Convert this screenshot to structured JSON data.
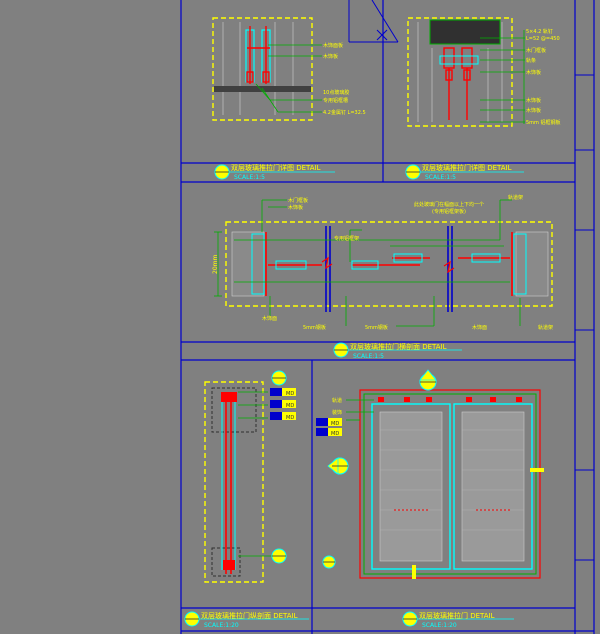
{
  "colors": {
    "background": "#808080",
    "frame": "#0000cc",
    "yellow": "#ffff00",
    "red": "#ff0000",
    "cyan": "#00ffff",
    "green": "#00b000",
    "dark": "#303030",
    "white": "#ffffff"
  },
  "drawing": {
    "detail_a": {
      "title": "双层玻璃推拉门详图 DETAIL",
      "scale": "SCALE:1:5",
      "notes": [
        "木饰面板",
        "木饰板",
        "10点玻璃胶",
        "专用铝框槽",
        "4.2金属钉 L=32.5"
      ]
    },
    "detail_b": {
      "title": "双层玻璃推拉门详图 DETAIL",
      "scale": "SCALE:1:5",
      "notes": [
        "5×4.2 轨钉",
        "L=52 @=450",
        "木门框板",
        "轨条",
        "木饰板",
        "木饰板",
        "木饰板",
        "5mm 铝框钢板"
      ]
    },
    "section_c": {
      "title": "双层玻璃推拉门横剖面 DETAIL",
      "scale": "SCALE:1:5",
      "notes_top": [
        "木门框板",
        "木饰板",
        "专用铝框架",
        "轨道架",
        "此处玻璃门在幅面以上下均一个",
        "(专用铝框架板)"
      ],
      "notes_bottom": [
        "木饰面",
        "5mm钢板",
        "5mm钢板",
        "木饰面",
        "轨道架"
      ],
      "dim_left": "20mm"
    },
    "section_d": {
      "title": "双层玻璃推拉门纵剖面 DETAIL",
      "scale": "SCALE:1:20",
      "tags": [
        "MD",
        "MD",
        "MD"
      ]
    },
    "elevation_e": {
      "title": "双层玻璃推拉门 DETAIL",
      "scale": "SCALE:1:20",
      "notes": [
        "轨道",
        "装饰",
        "MD",
        "MD"
      ]
    }
  }
}
